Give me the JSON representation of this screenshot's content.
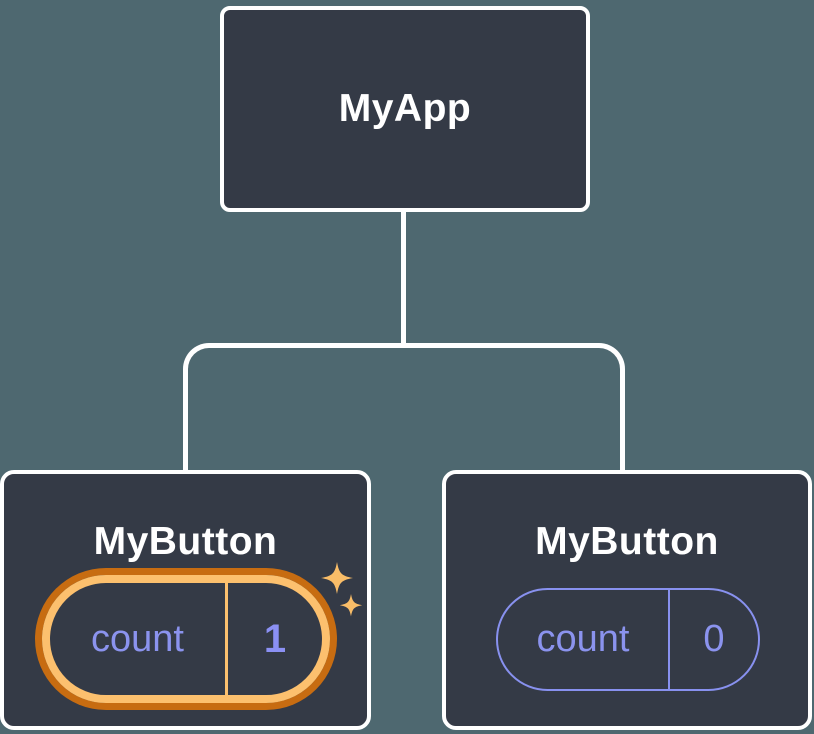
{
  "diagram": {
    "description": "React component tree showing isolated state between sibling components",
    "root": {
      "label": "MyApp"
    },
    "children": [
      {
        "label": "MyButton",
        "state": {
          "key": "count",
          "value": "1"
        },
        "highlighted": true
      },
      {
        "label": "MyButton",
        "state": {
          "key": "count",
          "value": "0"
        },
        "highlighted": false
      }
    ],
    "colors": {
      "background": "#4e6870",
      "node_fill": "#343a46",
      "node_border": "#ffffff",
      "connector": "#ffffff",
      "state_accent_purple": "#8b93ee",
      "highlight_ring_inner": "#fcc06e",
      "highlight_ring_outer": "#c76c11",
      "sparkle_gold": "#f9bd68"
    },
    "icons": {
      "sparkles_icon": "✦"
    }
  }
}
